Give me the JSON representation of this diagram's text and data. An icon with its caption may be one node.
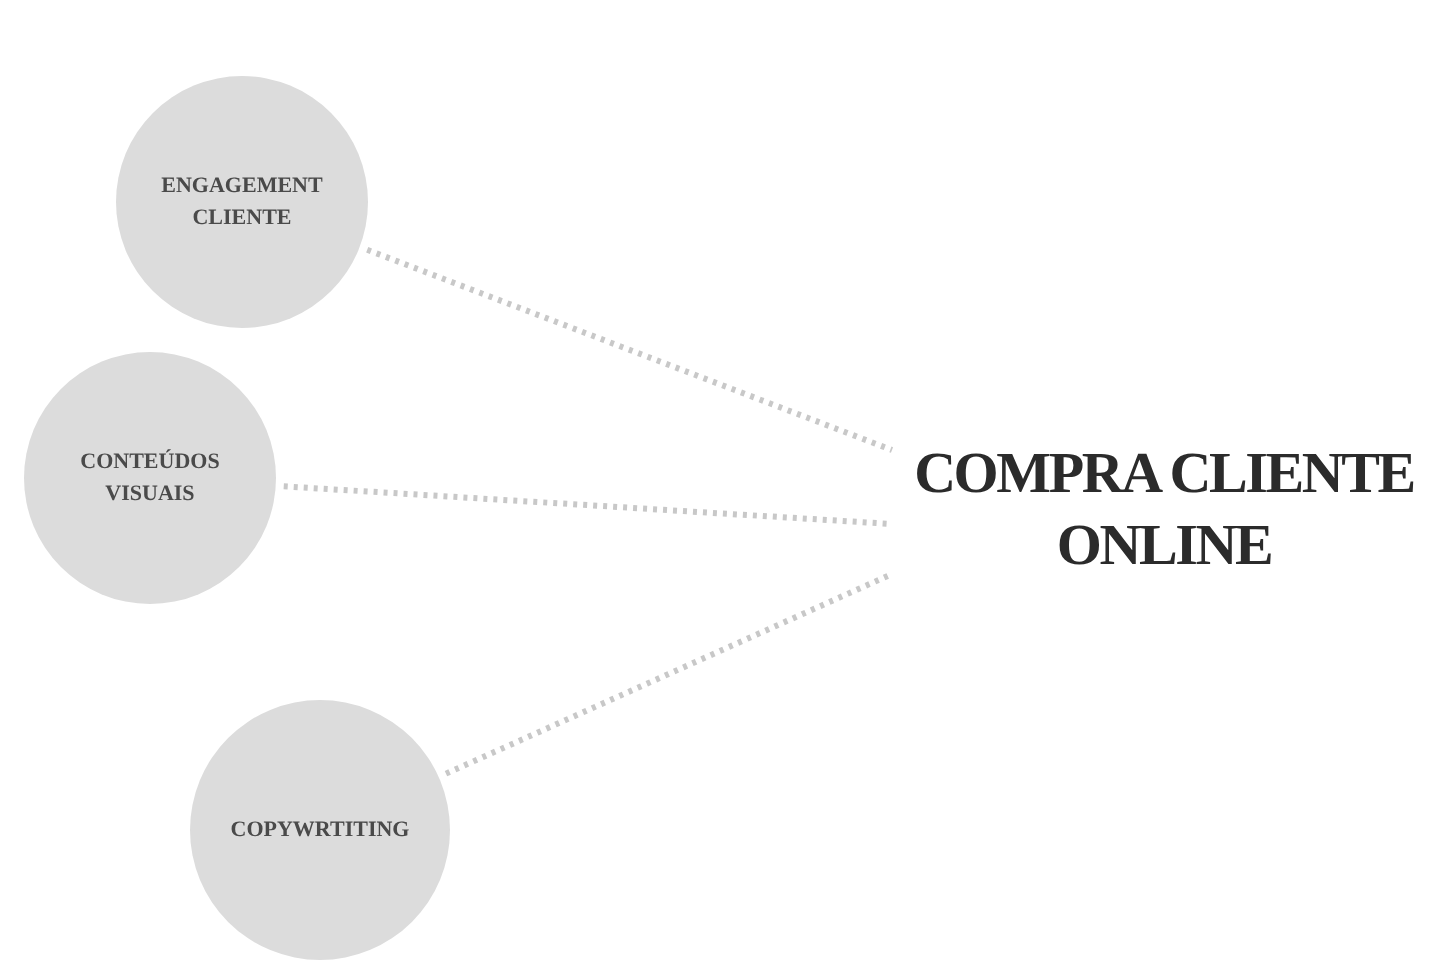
{
  "diagram": {
    "nodes": [
      {
        "text": [
          "ENGAGEMENT CLIENTE"
        ]
      },
      {
        "text": [
          "CONTEÚDOS VISUAIS"
        ]
      },
      {
        "text": [
          "COPYWRTITING"
        ]
      },
      {
        "text": [
          "COMPRA CLIENTE ONLINE"
        ]
      }
    ],
    "edges": [
      {
        "from": 0,
        "to": 3,
        "arrow": "none"
      },
      {
        "from": 1,
        "to": 3,
        "arrow": "none"
      },
      {
        "from": 2,
        "to": 3,
        "arrow": "none"
      }
    ]
  }
}
